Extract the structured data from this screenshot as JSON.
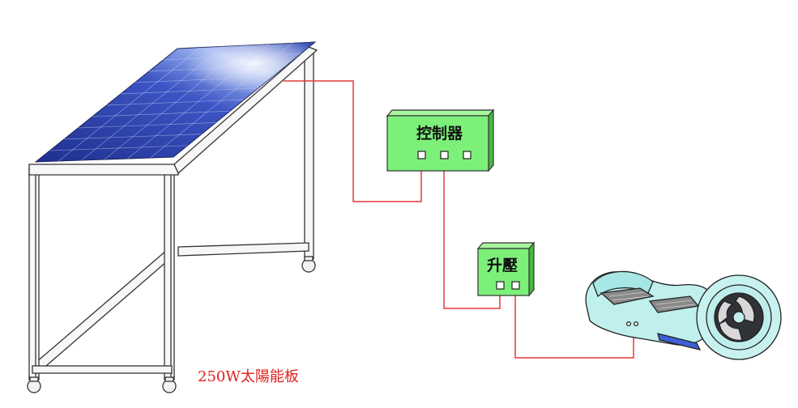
{
  "panel": {
    "caption": "250W太陽能板"
  },
  "controller": {
    "label": "控制器",
    "terminal_count": 3
  },
  "booster": {
    "label": "升壓",
    "terminal_count": 2
  },
  "colors": {
    "box_fill": "#7df07a",
    "box_side": "#47b944",
    "wire": "#e53a37",
    "caption": "#e0201c",
    "panel_cell": "#2d3f9e",
    "scooter_body": "#bff0ee"
  },
  "icons": {
    "panel": "solar-panel-icon",
    "scooter": "hoverboard-icon"
  }
}
